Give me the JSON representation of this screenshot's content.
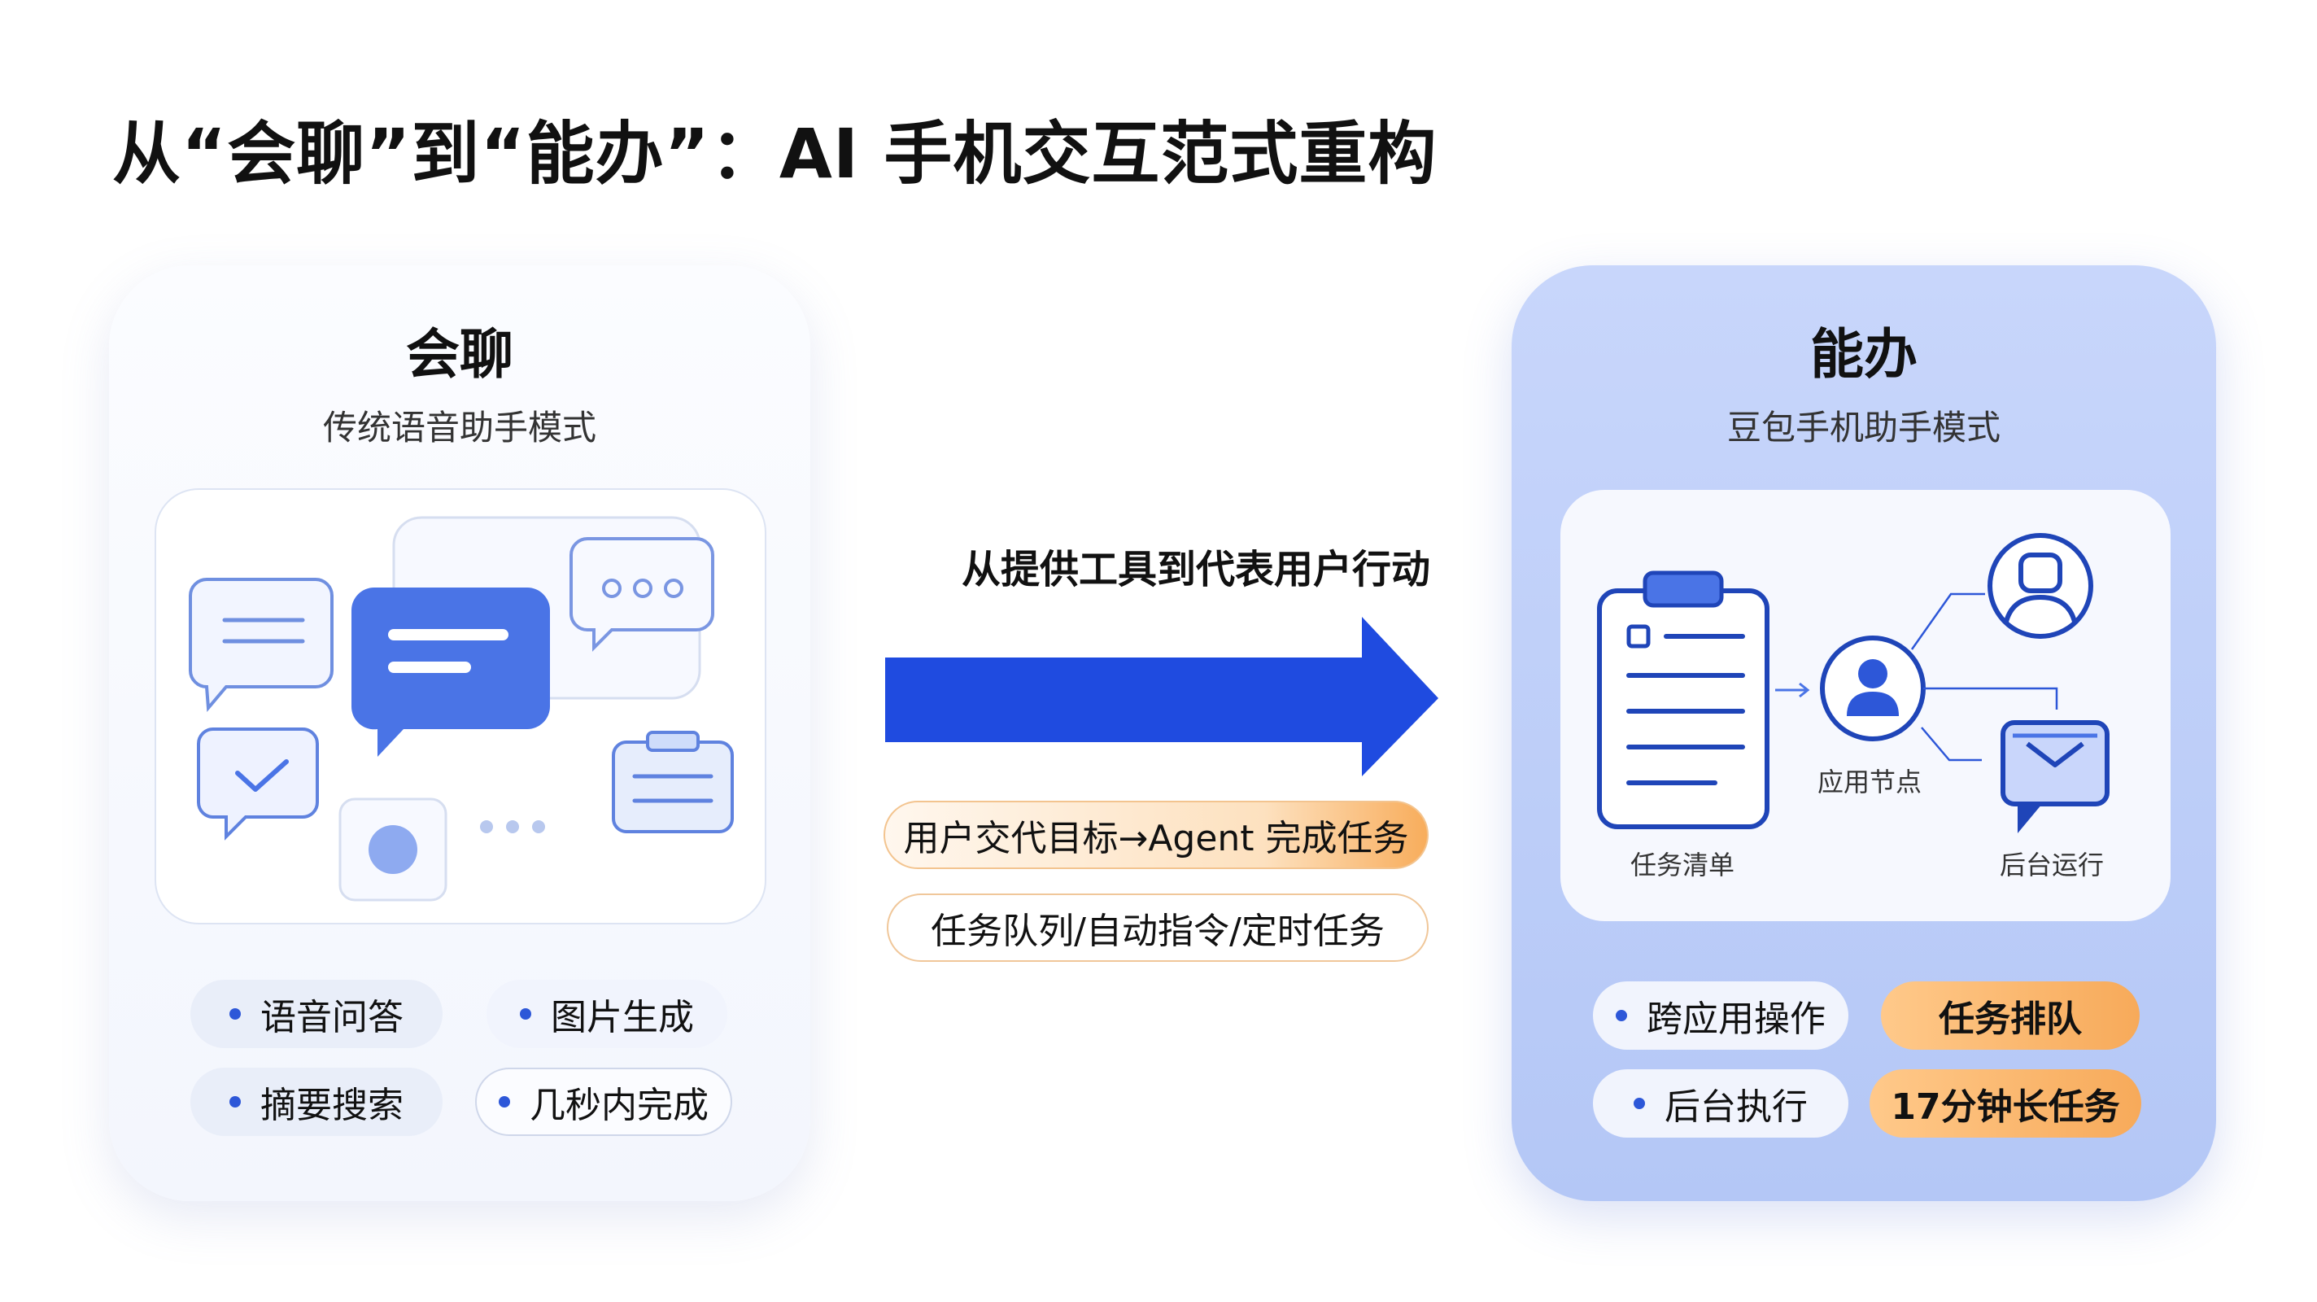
{
  "title": "从“会聊”到“能办”：AI 手机交互范式重构",
  "left_card": {
    "title": "会聊",
    "subtitle": "传统语音助手模式",
    "tags": [
      "语音问答",
      "图片生成",
      "摘要搜索",
      "几秒内完成"
    ]
  },
  "middle": {
    "caption": "从提供工具到代表用户行动",
    "pills": [
      "用户交代目标→Agent 完成任务",
      "任务队列/自动指令/定时任务"
    ]
  },
  "right_card": {
    "title": "能办",
    "subtitle": "豆包手机助手模式",
    "nodes": {
      "task_list": "任务清单",
      "app_node": "应用节点",
      "background": "后台运行"
    },
    "tags": [
      "跨应用操作",
      "任务排队",
      "后台执行",
      "17分钟长任务"
    ]
  },
  "colors": {
    "accent_blue": "#2d57d8",
    "arrow_blue": "#1f4be0",
    "orange": "#f7aa5a"
  }
}
